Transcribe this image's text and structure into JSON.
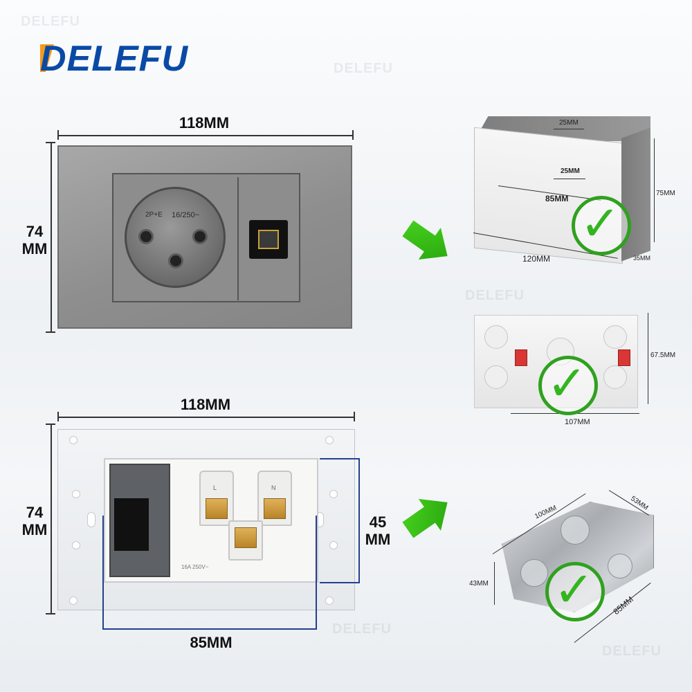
{
  "brand": {
    "name": "DELEFU",
    "watermark": "DELEFU",
    "colors": {
      "text": "#0a4aa6",
      "accent": "#f29a1f"
    }
  },
  "top_plate": {
    "width_label": "118MM",
    "height_label_line1": "74",
    "height_label_line2": "MM",
    "socket_rating": "16/250~",
    "socket_rating_prefix": "2P+E"
  },
  "bottom_plate": {
    "width_label": "118MM",
    "height_label_line1": "74",
    "height_label_line2": "MM",
    "inner_height_line1": "45",
    "inner_height_line2": "MM",
    "inner_width_label": "85MM",
    "terminal_l": "L",
    "terminal_n": "N",
    "module_rating": "16A 250V~"
  },
  "box_plastic_grey": {
    "top_width": "25MM",
    "inner_width": "25MM",
    "screw_span": "85MM",
    "height": "75MM",
    "length": "120MM",
    "depth": "35MM"
  },
  "box_plastic_white": {
    "height": "67.5MM",
    "width": "107MM"
  },
  "box_metal": {
    "length": "100MM",
    "width": "53MM",
    "height": "43MM",
    "inner": "85MM"
  },
  "icons": {
    "arrow": "green-arrow-icon",
    "check": "green-check-icon"
  }
}
